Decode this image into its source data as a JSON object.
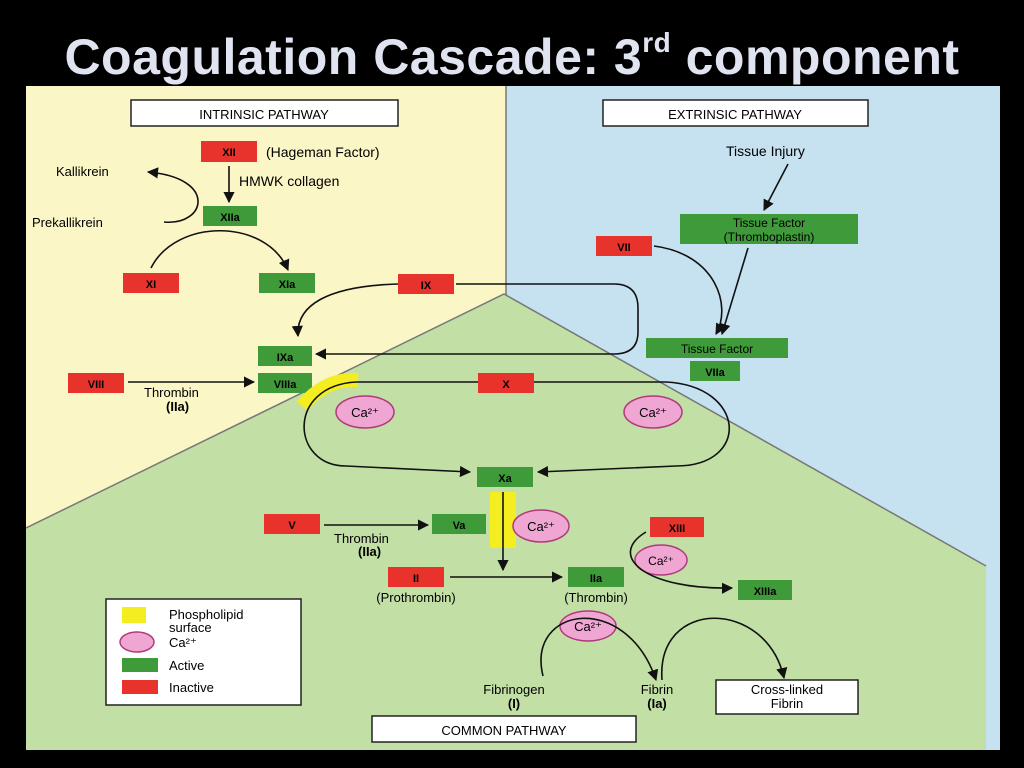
{
  "title": {
    "main": "Coagulation Cascade:  3",
    "sup": "rd",
    "tail": " component"
  },
  "pathways": {
    "intrinsic": "INTRINSIC PATHWAY",
    "extrinsic": "EXTRINSIC PATHWAY",
    "common": "COMMON PATHWAY"
  },
  "colors": {
    "inactive": "#e8332d",
    "active": "#3f9a3a",
    "calcium": "#f0a6d2",
    "phospholipid": "#f4ee20",
    "intrinsic_bg": "#fbf6c6",
    "extrinsic_bg": "#c6e2f0",
    "common_bg": "#c2dfa5"
  },
  "factors": {
    "xii": "XII",
    "xiia": "XIIa",
    "xi": "XI",
    "xia": "XIa",
    "ix": "IX",
    "ixa": "IXa",
    "viii": "VIII",
    "viiia": "VIIIa",
    "vii": "VII",
    "tissue_factor_1": "Tissue Factor",
    "tissue_factor_2": "(Thromboplastin)",
    "tissue_factor_complex": "Tissue Factor",
    "viia": "VIIa",
    "x": "X",
    "xa": "Xa",
    "v": "V",
    "va": "Va",
    "ii": "II",
    "iia": "IIa",
    "xiii": "XIII",
    "xiiia": "XIIIa"
  },
  "labels": {
    "hageman": "(Hageman Factor)",
    "hmwk": "HMWK collagen",
    "kallikrein": "Kallikrein",
    "prekallikrein": "Prekallikrein",
    "tissue_injury": "Tissue Injury",
    "thrombin": "Thrombin",
    "iia_paren": "(IIa)",
    "prothrombin": "(Prothrombin)",
    "thrombin_paren": "(Thrombin)",
    "fibrinogen": "Fibrinogen",
    "fibrinogen_sub": "(I)",
    "fibrin": "Fibrin",
    "fibrin_sub": "(Ia)",
    "crosslinked_1": "Cross-linked",
    "crosslinked_2": "Fibrin",
    "calcium": "Ca²⁺"
  },
  "legend": {
    "phospholipid_1": "Phospholipid",
    "phospholipid_2": "surface",
    "calcium": "Ca²⁺",
    "active": "Active",
    "inactive": "Inactive"
  }
}
